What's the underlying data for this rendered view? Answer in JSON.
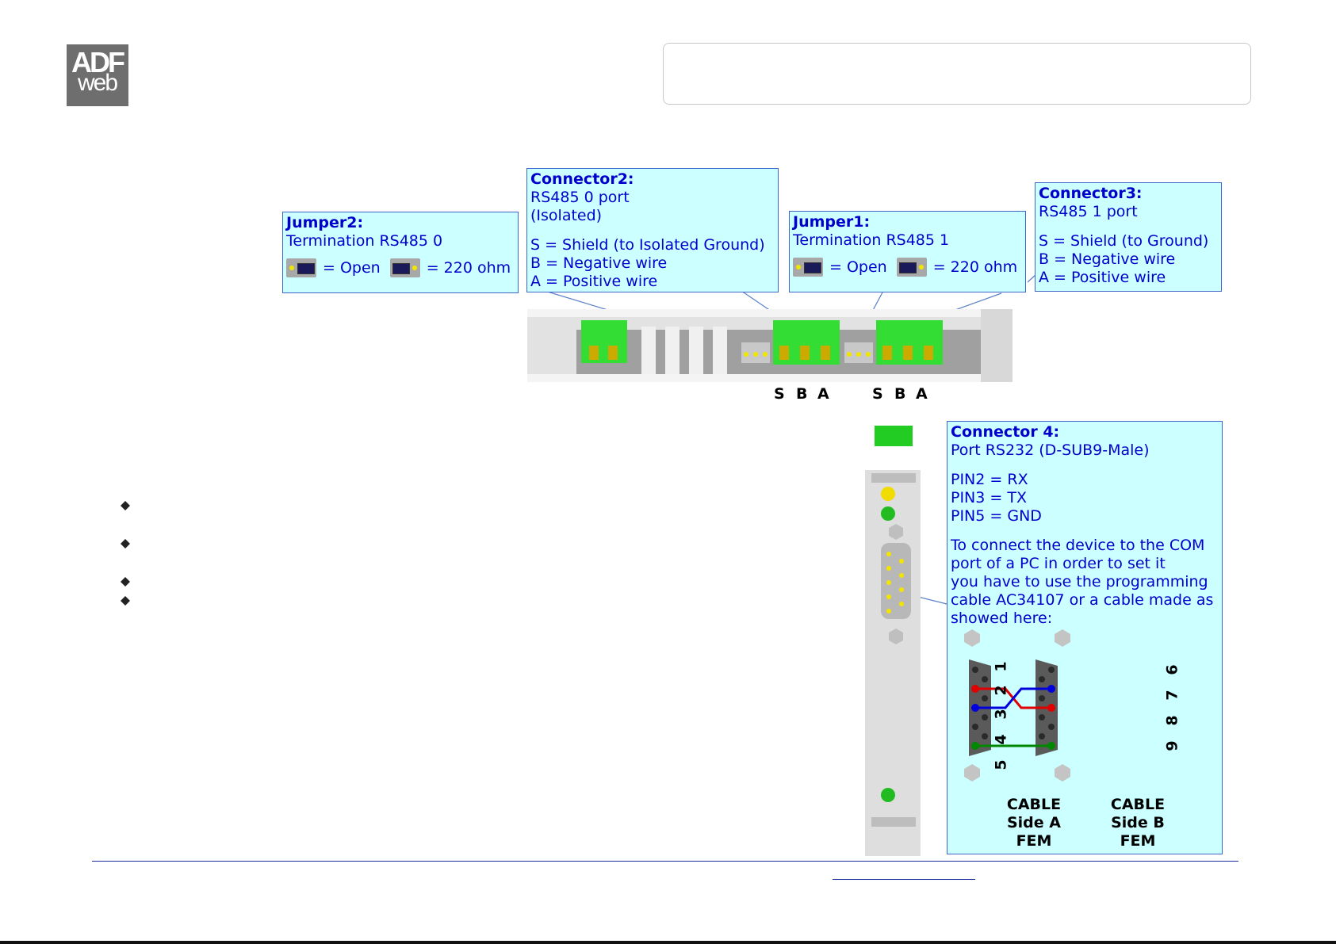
{
  "logo": {
    "line1": "ADF",
    "line2": "web"
  },
  "jumper2": {
    "title": "Jumper2:",
    "line1": "Termination RS485 0",
    "open": "= Open",
    "closed": "= 220 ohm"
  },
  "connector2": {
    "title": "Connector2:",
    "line1": "RS485 0 port",
    "line2": "(Isolated)",
    "s": "S = Shield (to Isolated Ground)",
    "b": "B = Negative wire",
    "a": "A = Positive wire"
  },
  "jumper1": {
    "title": "Jumper1:",
    "line1": "Termination RS485 1",
    "open": "= Open",
    "closed": "= 220 ohm"
  },
  "connector3": {
    "title": "Connector3:",
    "line1": "RS485 1 port",
    "s": "S = Shield (to Ground)",
    "b": "B = Negative wire",
    "a": "A = Positive wire"
  },
  "connector4": {
    "title": "Connector 4:",
    "line1": "Port RS232 (D-SUB9-Male)",
    "pin2": "PIN2 = RX",
    "pin3": "PIN3 = TX",
    "pin5": "PIN5 = GND",
    "desc1": "To connect the device to the COM",
    "desc2": "port of a PC in order to set it",
    "desc3": "you have to use the programming",
    "desc4": "cable AC34107 or a cable made as",
    "desc5": "showed here:"
  },
  "pin_labels": {
    "s1": "S",
    "b1": "B",
    "a1": "A",
    "s2": "S",
    "b2": "B",
    "a2": "A"
  },
  "cable": {
    "side_a": {
      "l1": "CABLE",
      "l2": "Side A",
      "l3": "FEM"
    },
    "side_b": {
      "l1": "CABLE",
      "l2": "Side B",
      "l3": "FEM"
    },
    "pins_left": [
      "1",
      "2",
      "3",
      "4",
      "5"
    ],
    "pins_right": [
      "6",
      "7",
      "8",
      "9"
    ]
  },
  "colors": {
    "callout_bg": "#ccffff",
    "callout_border": "#3f65c8",
    "text": "#0000cc",
    "connector_green": "#33dd33",
    "rx_wire": "#e00000",
    "tx_wire": "#0000dd",
    "gnd_wire": "#008800"
  }
}
